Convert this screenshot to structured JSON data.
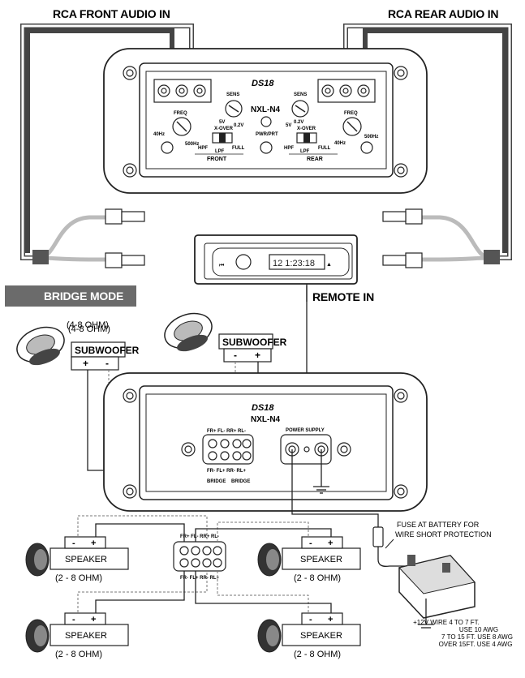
{
  "labels": {
    "rca_front": "RCA FRONT AUDIO IN",
    "rca_rear": "RCA REAR AUDIO IN",
    "remote_in": "REMOTE IN",
    "bridge_mode": "BRIDGE MODE",
    "brand": "DS18",
    "model": "NXL-N4",
    "sens": "SENS",
    "freq": "FREQ",
    "five_v": "5V",
    "point_two_v": "0.2V",
    "xover": "X-OVER",
    "hpf": "HPF",
    "lpf": "LPF",
    "full": "FULL",
    "front": "FRONT",
    "rear": "REAR",
    "forty_hz": "40Hz",
    "five_hundred_hz": "500Hz",
    "pwr_prt": "PWR/PRT",
    "power_supply": "POWER SUPPLY",
    "term_top": "FR+ FL- RR+ RL-",
    "term_bottom": "FR- FL+ RR- RL+",
    "bridge": "BRIDGE",
    "subwoofer": "SUBWOOFER",
    "sub_ohm": "(4-8 OHM)",
    "plus": "+",
    "minus": "-",
    "speaker": "SPEAKER",
    "speaker_ohm": "(2 - 8 OHM)",
    "headunit_display": "12 1:23:18",
    "fuse_note_1": "FUSE AT BATTERY FOR",
    "fuse_note_2": "WIRE SHORT PROTECTION",
    "wire_note_1": "+12V WIRE 4 TO 7 FT.",
    "wire_note_2": "USE 10 AWG",
    "wire_note_3": "7 TO 15 FT. USE 8 AWG",
    "wire_note_4": "OVER 15FT. USE 4 AWG"
  },
  "colors": {
    "line": "#222222",
    "banner": "#6b6b6b",
    "banner_text": "#ffffff"
  }
}
